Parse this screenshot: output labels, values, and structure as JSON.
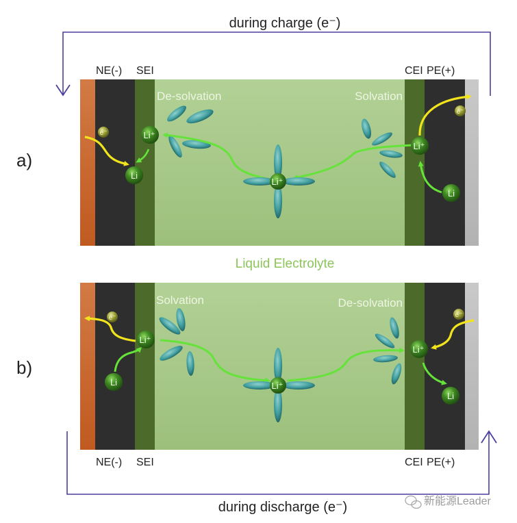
{
  "title_charge": "during charge (e⁻)",
  "title_discharge": "during discharge (e⁻)",
  "center_label": "Liquid Electrolyte",
  "watermark": "新能源Leader",
  "colors": {
    "current_collector_neg": "#c8662a",
    "negative_electrode": "#2e2e2e",
    "interphase": "#4c6b2a",
    "electrolyte": "#a2c484",
    "current_collector_pos": "#bdbdbd",
    "electron_path": "#f2e41c",
    "ion_path": "#66e33a",
    "solvent": "#3e9c9c",
    "circuit": "#4a3f9e",
    "electrolyte_text": "#8cc55a",
    "sphere": "#3f8a22"
  },
  "panels": [
    {
      "id": "a",
      "label": "a)",
      "left_layers": [
        "NE(-)",
        "SEI"
      ],
      "right_layers": [
        "CEI",
        "PE(+)"
      ],
      "left_process": "De-solvation",
      "right_process": "Solvation",
      "species": {
        "electron": "e⁻",
        "li_ion": "Li⁺",
        "li_metal": "Li"
      }
    },
    {
      "id": "b",
      "label": "b)",
      "left_layers": [
        "NE(-)",
        "SEI"
      ],
      "right_layers": [
        "CEI",
        "PE(+)"
      ],
      "left_process": "Solvation",
      "right_process": "De-solvation",
      "species": {
        "electron": "e⁻",
        "li_ion": "Li⁺",
        "li_metal": "Li"
      }
    }
  ]
}
